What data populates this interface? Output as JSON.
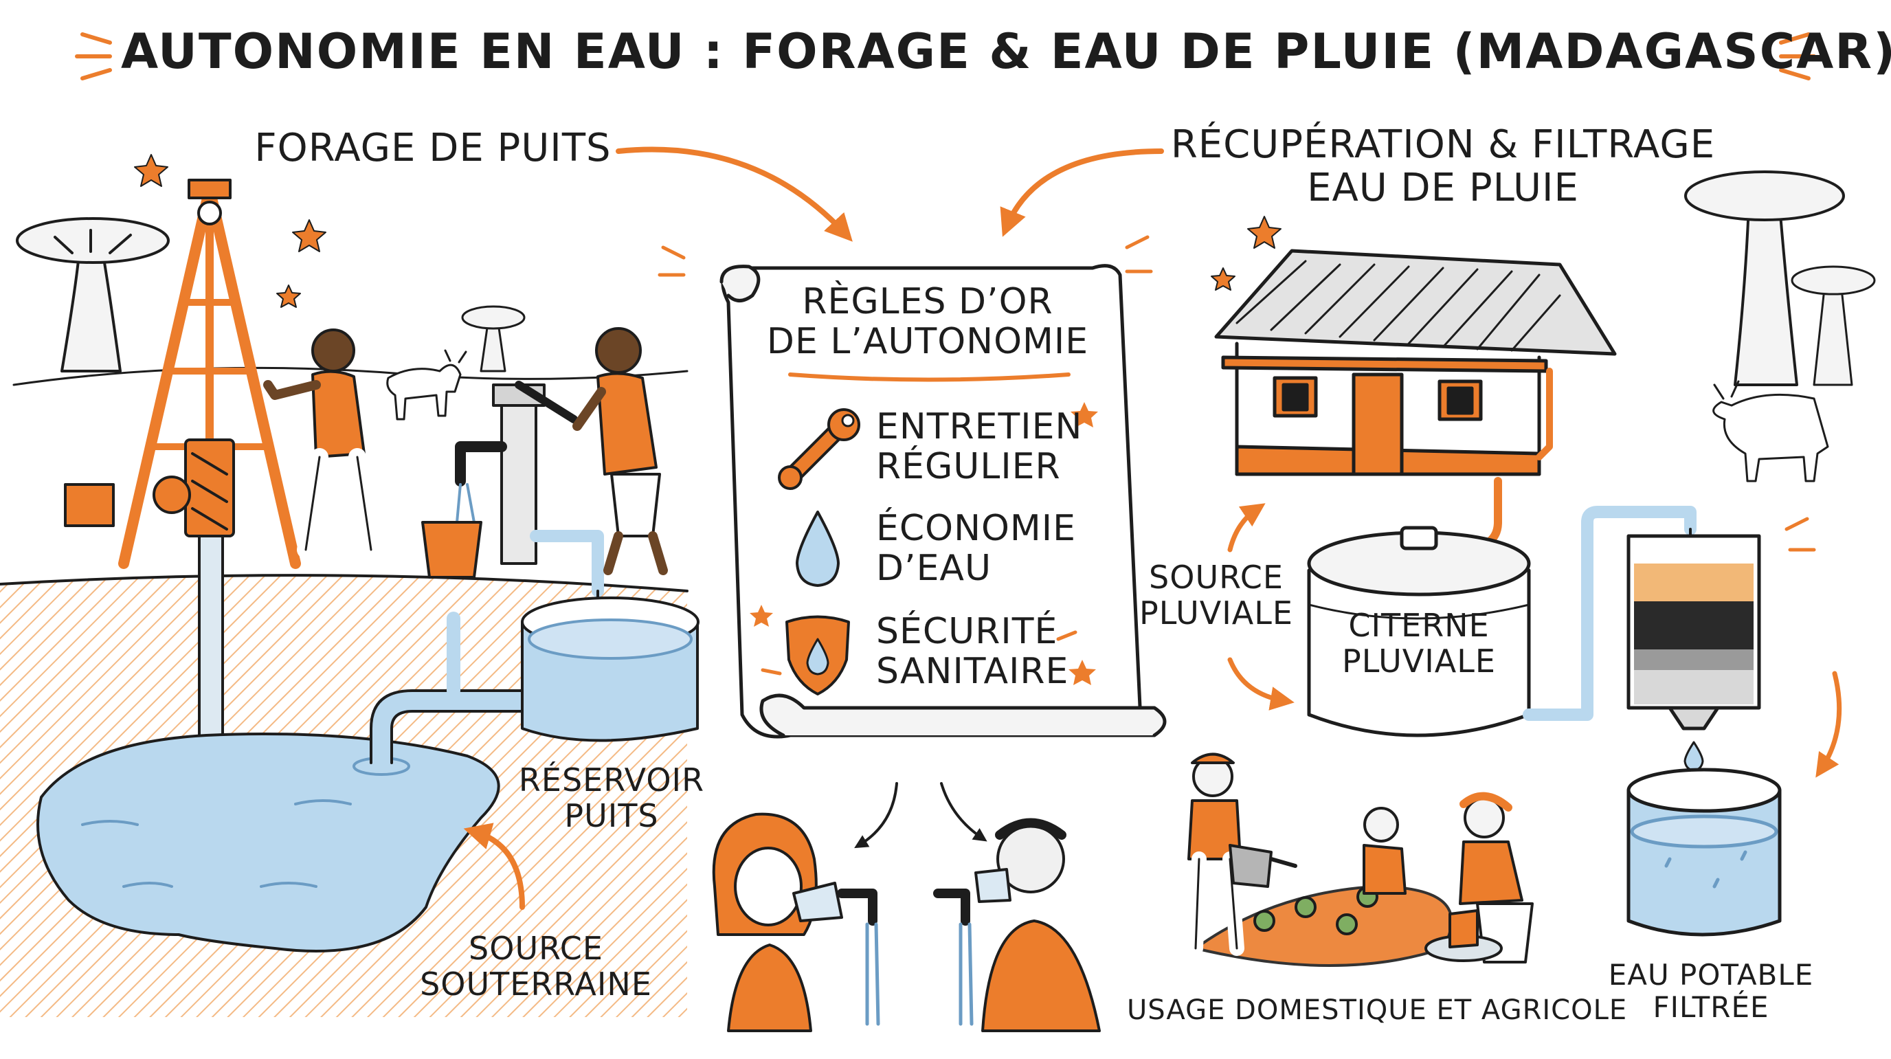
{
  "title": "AUTONOMIE EN EAU : FORAGE & EAU DE PLUIE (MADAGASCAR)",
  "left_section": {
    "heading": "FORAGE DE PUITS",
    "reservoir_label": [
      "RÉSERVOIR",
      "PUITS"
    ],
    "source_label": [
      "SOURCE",
      "SOUTERRAINE"
    ]
  },
  "right_section": {
    "heading": [
      "RÉCUPÉRATION & FILTRAGE",
      "EAU DE PLUIE"
    ],
    "rain_source_label": [
      "SOURCE",
      "PLUVIALE"
    ],
    "cistern_label": [
      "CITERNE",
      "PLUVIALE"
    ],
    "usage_label": "USAGE DOMESTIQUE ET AGRICOLE",
    "potable_label": [
      "EAU POTABLE",
      "FILTRÉE"
    ]
  },
  "rules": {
    "title": [
      "RÈGLES D’OR",
      "DE L’AUTONOMIE"
    ],
    "items": [
      {
        "icon": "wrench-icon",
        "lines": [
          "ENTRETIEN",
          "RÉGULIER"
        ]
      },
      {
        "icon": "water-drop-icon",
        "lines": [
          "ÉCONOMIE",
          "D’EAU"
        ]
      },
      {
        "icon": "shield-drop-icon",
        "lines": [
          "SÉCURITÉ",
          "SANITAIRE"
        ]
      }
    ]
  },
  "colors": {
    "accent": "#ec7d2c",
    "ink": "#1d1d1d",
    "water": "#b9d8ee",
    "water_dark": "#6b9cc4",
    "sand": "#f2b877",
    "gravel": "#9a9a9a"
  }
}
